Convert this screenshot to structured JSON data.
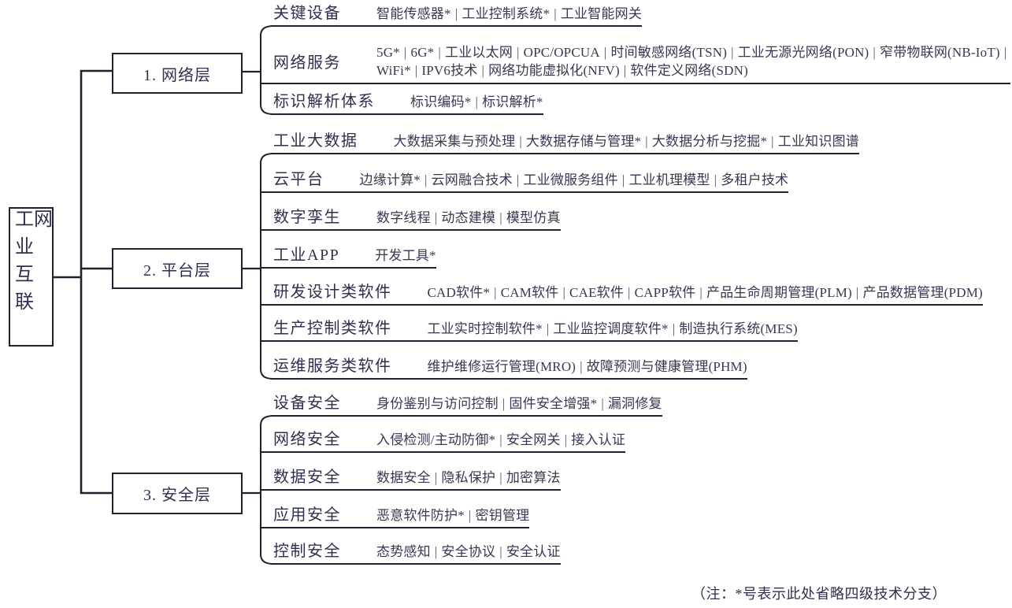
{
  "root": {
    "label": "工业互联网"
  },
  "note": "（注：*号表示此处省略四级技术分支）",
  "colors": {
    "line": "#20212e",
    "text": "#373953",
    "label": "#2e3050",
    "background": "#ffffff"
  },
  "layers": [
    {
      "label": "1. 网络层",
      "branches": [
        {
          "label": "关键设备",
          "items": [
            "智能传感器*",
            "工业控制系统*",
            "工业智能网关"
          ]
        },
        {
          "label": "网络服务",
          "items": [
            "5G*",
            "6G*",
            "工业以太网",
            "OPC/OPCUA",
            "时间敏感网络(TSN)",
            "工业无源光网络(PON)",
            "窄带物联网(NB-IoT)",
            "WiFi*",
            "IPV6技术",
            "网络功能虚拟化(NFV)",
            "软件定义网络(SDN)"
          ],
          "wrap_after": 7
        },
        {
          "label": "标识解析体系",
          "items": [
            "标识编码*",
            "标识解析*"
          ]
        }
      ]
    },
    {
      "label": "2. 平台层",
      "branches": [
        {
          "label": "工业大数据",
          "items": [
            "大数据采集与预处理",
            "大数据存储与管理*",
            "大数据分析与挖掘*",
            "工业知识图谱"
          ]
        },
        {
          "label": "云平台",
          "items": [
            "边缘计算*",
            "云网融合技术",
            "工业微服务组件",
            "工业机理模型",
            "多租户技术"
          ]
        },
        {
          "label": "数字孪生",
          "items": [
            "数字线程",
            "动态建模",
            "模型仿真"
          ]
        },
        {
          "label": "工业APP",
          "items": [
            "开发工具*"
          ]
        },
        {
          "label": "研发设计类软件",
          "items": [
            "CAD软件*",
            "CAM软件",
            "CAE软件",
            "CAPP软件",
            "产品生命周期管理(PLM)",
            "产品数据管理(PDM)"
          ]
        },
        {
          "label": "生产控制类软件",
          "items": [
            "工业实时控制软件*",
            "工业监控调度软件*",
            "制造执行系统(MES)"
          ]
        },
        {
          "label": "运维服务类软件",
          "items": [
            "维护维修运行管理(MRO)",
            "故障预测与健康管理(PHM)"
          ]
        }
      ]
    },
    {
      "label": "3. 安全层",
      "branches": [
        {
          "label": "设备安全",
          "items": [
            "身份鉴别与访问控制",
            "固件安全增强*",
            "漏洞修复"
          ]
        },
        {
          "label": "网络安全",
          "items": [
            "入侵检测/主动防御*",
            "安全网关",
            "接入认证"
          ]
        },
        {
          "label": "数据安全",
          "items": [
            "数据安全",
            "隐私保护",
            "加密算法"
          ]
        },
        {
          "label": "应用安全",
          "items": [
            "恶意软件防护*",
            "密钥管理"
          ]
        },
        {
          "label": "控制安全",
          "items": [
            "态势感知",
            "安全协议",
            "安全认证"
          ]
        }
      ]
    }
  ]
}
